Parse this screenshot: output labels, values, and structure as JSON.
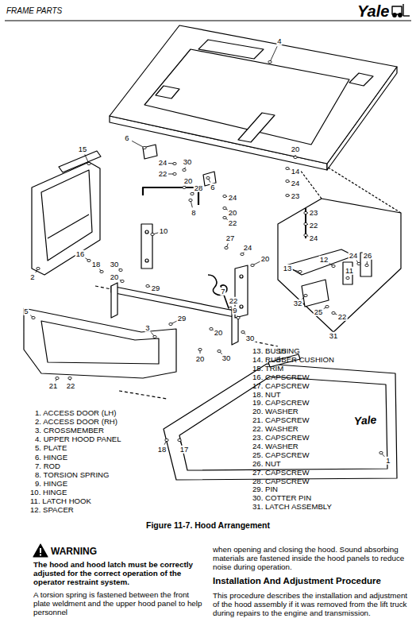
{
  "diagram": {
    "title": "FRAME PARTS",
    "caption": "Figure 11-7. Hood Arrangement",
    "labels": [
      "Yale",
      "4",
      "15",
      "6",
      "24",
      "30",
      "22",
      "20",
      "28",
      "8",
      "6",
      "24",
      "20",
      "22",
      "20",
      "14",
      "24",
      "23",
      "23",
      "22",
      "24",
      "12",
      "13",
      "24",
      "26",
      "11",
      "32",
      "25",
      "22",
      "31",
      "10",
      "27",
      "24",
      "20",
      "16",
      "18",
      "30",
      "20",
      "29",
      "7",
      "22",
      "9",
      "2",
      "5",
      "29",
      "3",
      "20",
      "30",
      "20",
      "30",
      "21",
      "22",
      "15",
      "18",
      "17",
      "1",
      "Yale",
      "1. ACCESS DOOR (LH)",
      "2. ACCESS DOOR (RH)",
      "3. CROSSMEMBER",
      "4. UPPER HOOD PANEL",
      "5. PLATE",
      "6. HINGE",
      "7. ROD",
      "8. TORSION SPRING",
      "9. HINGE",
      "10. HINGE",
      "11. LATCH HOOK",
      "12. SPACER",
      "13. BUSHING",
      "14. RUBBER CUSHION",
      "15. TRIM",
      "16. CAPSCREW",
      "17. CAPSCREW",
      "18. NUT",
      "19. CAPSCREW",
      "20. WASHER",
      "21. CAPSCREW",
      "22. WASHER",
      "23. CAPSCREW",
      "24. WASHER",
      "25. CAPSCREW",
      "26. NUT",
      "27. CAPSCREW",
      "28. CAPSCREW",
      "29. PIN",
      "30. COTTER PIN",
      "31. LATCH ASSEMBLY",
      "WARNING",
      "The hood and hood latch must be correctly adjusted for the correct operation of the operator restraint system.",
      "A torsion spring is fastened between the front plate weldment and the upper hood panel to help personnel",
      "when opening and closing the hood. Sound absorbing materials are fastened inside the hood panels to reduce noise during operation.",
      "Installation And Adjustment Procedure",
      "This procedure describes the installation and adjustment of the hood assembly if it was removed from the lift truck during repairs to the engine and transmission."
    ]
  }
}
